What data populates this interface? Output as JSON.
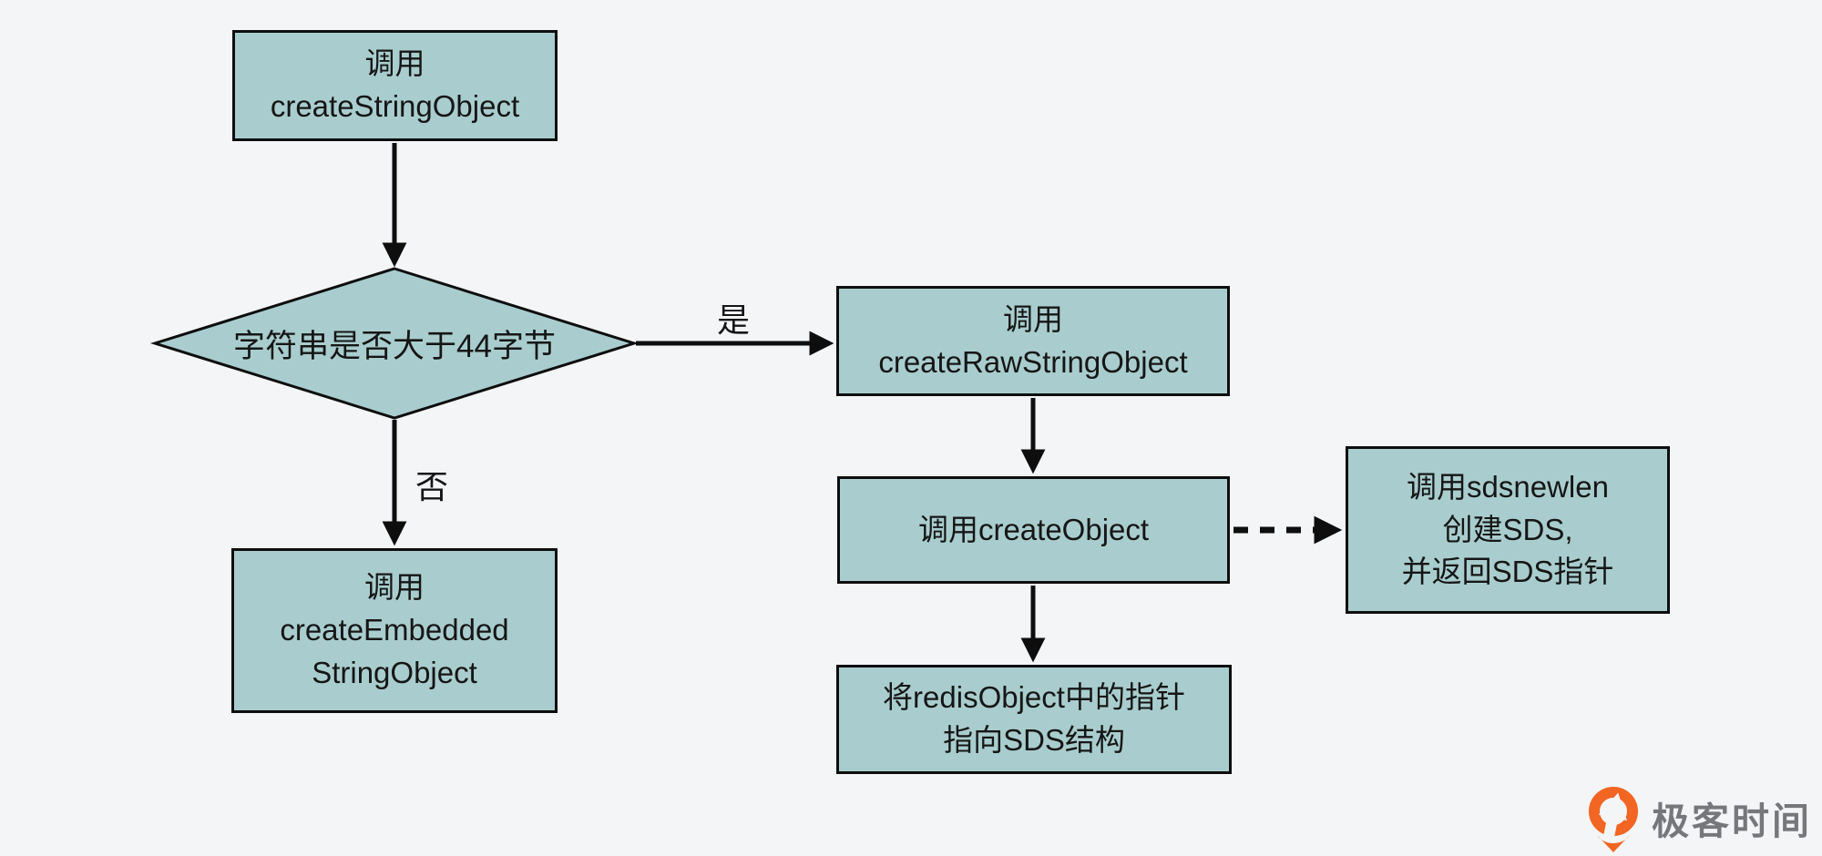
{
  "page": {
    "background_color": "#f4f5f6"
  },
  "flowchart": {
    "style": {
      "node_fill": "#a9cdce",
      "node_border_color": "#0e0e0e",
      "connector_color": "#0e0e0e",
      "text_color": "#161616"
    },
    "nodes": {
      "create_string_object": {
        "lines": [
          "调用",
          "createStringObject"
        ]
      },
      "decision": {
        "label": "字符串是否大于44字节"
      },
      "create_raw_string_object": {
        "lines": [
          "调用",
          "createRawStringObject"
        ]
      },
      "create_object": {
        "label": "调用createObject"
      },
      "sdsnewlen": {
        "lines": [
          "调用sdsnewlen",
          "创建SDS,",
          "并返回SDS指针"
        ]
      },
      "set_redis_object_pointer": {
        "lines": [
          "将redisObject中的指针",
          "指向SDS结构"
        ]
      },
      "create_embedded_string_object": {
        "lines": [
          "调用",
          "createEmbedded",
          "StringObject"
        ]
      }
    },
    "edge_labels": {
      "yes": "是",
      "no": "否"
    }
  },
  "branding": {
    "logo_text": "极客时间",
    "logo_color": "#f26522",
    "logo_text_color": "#76777b"
  }
}
